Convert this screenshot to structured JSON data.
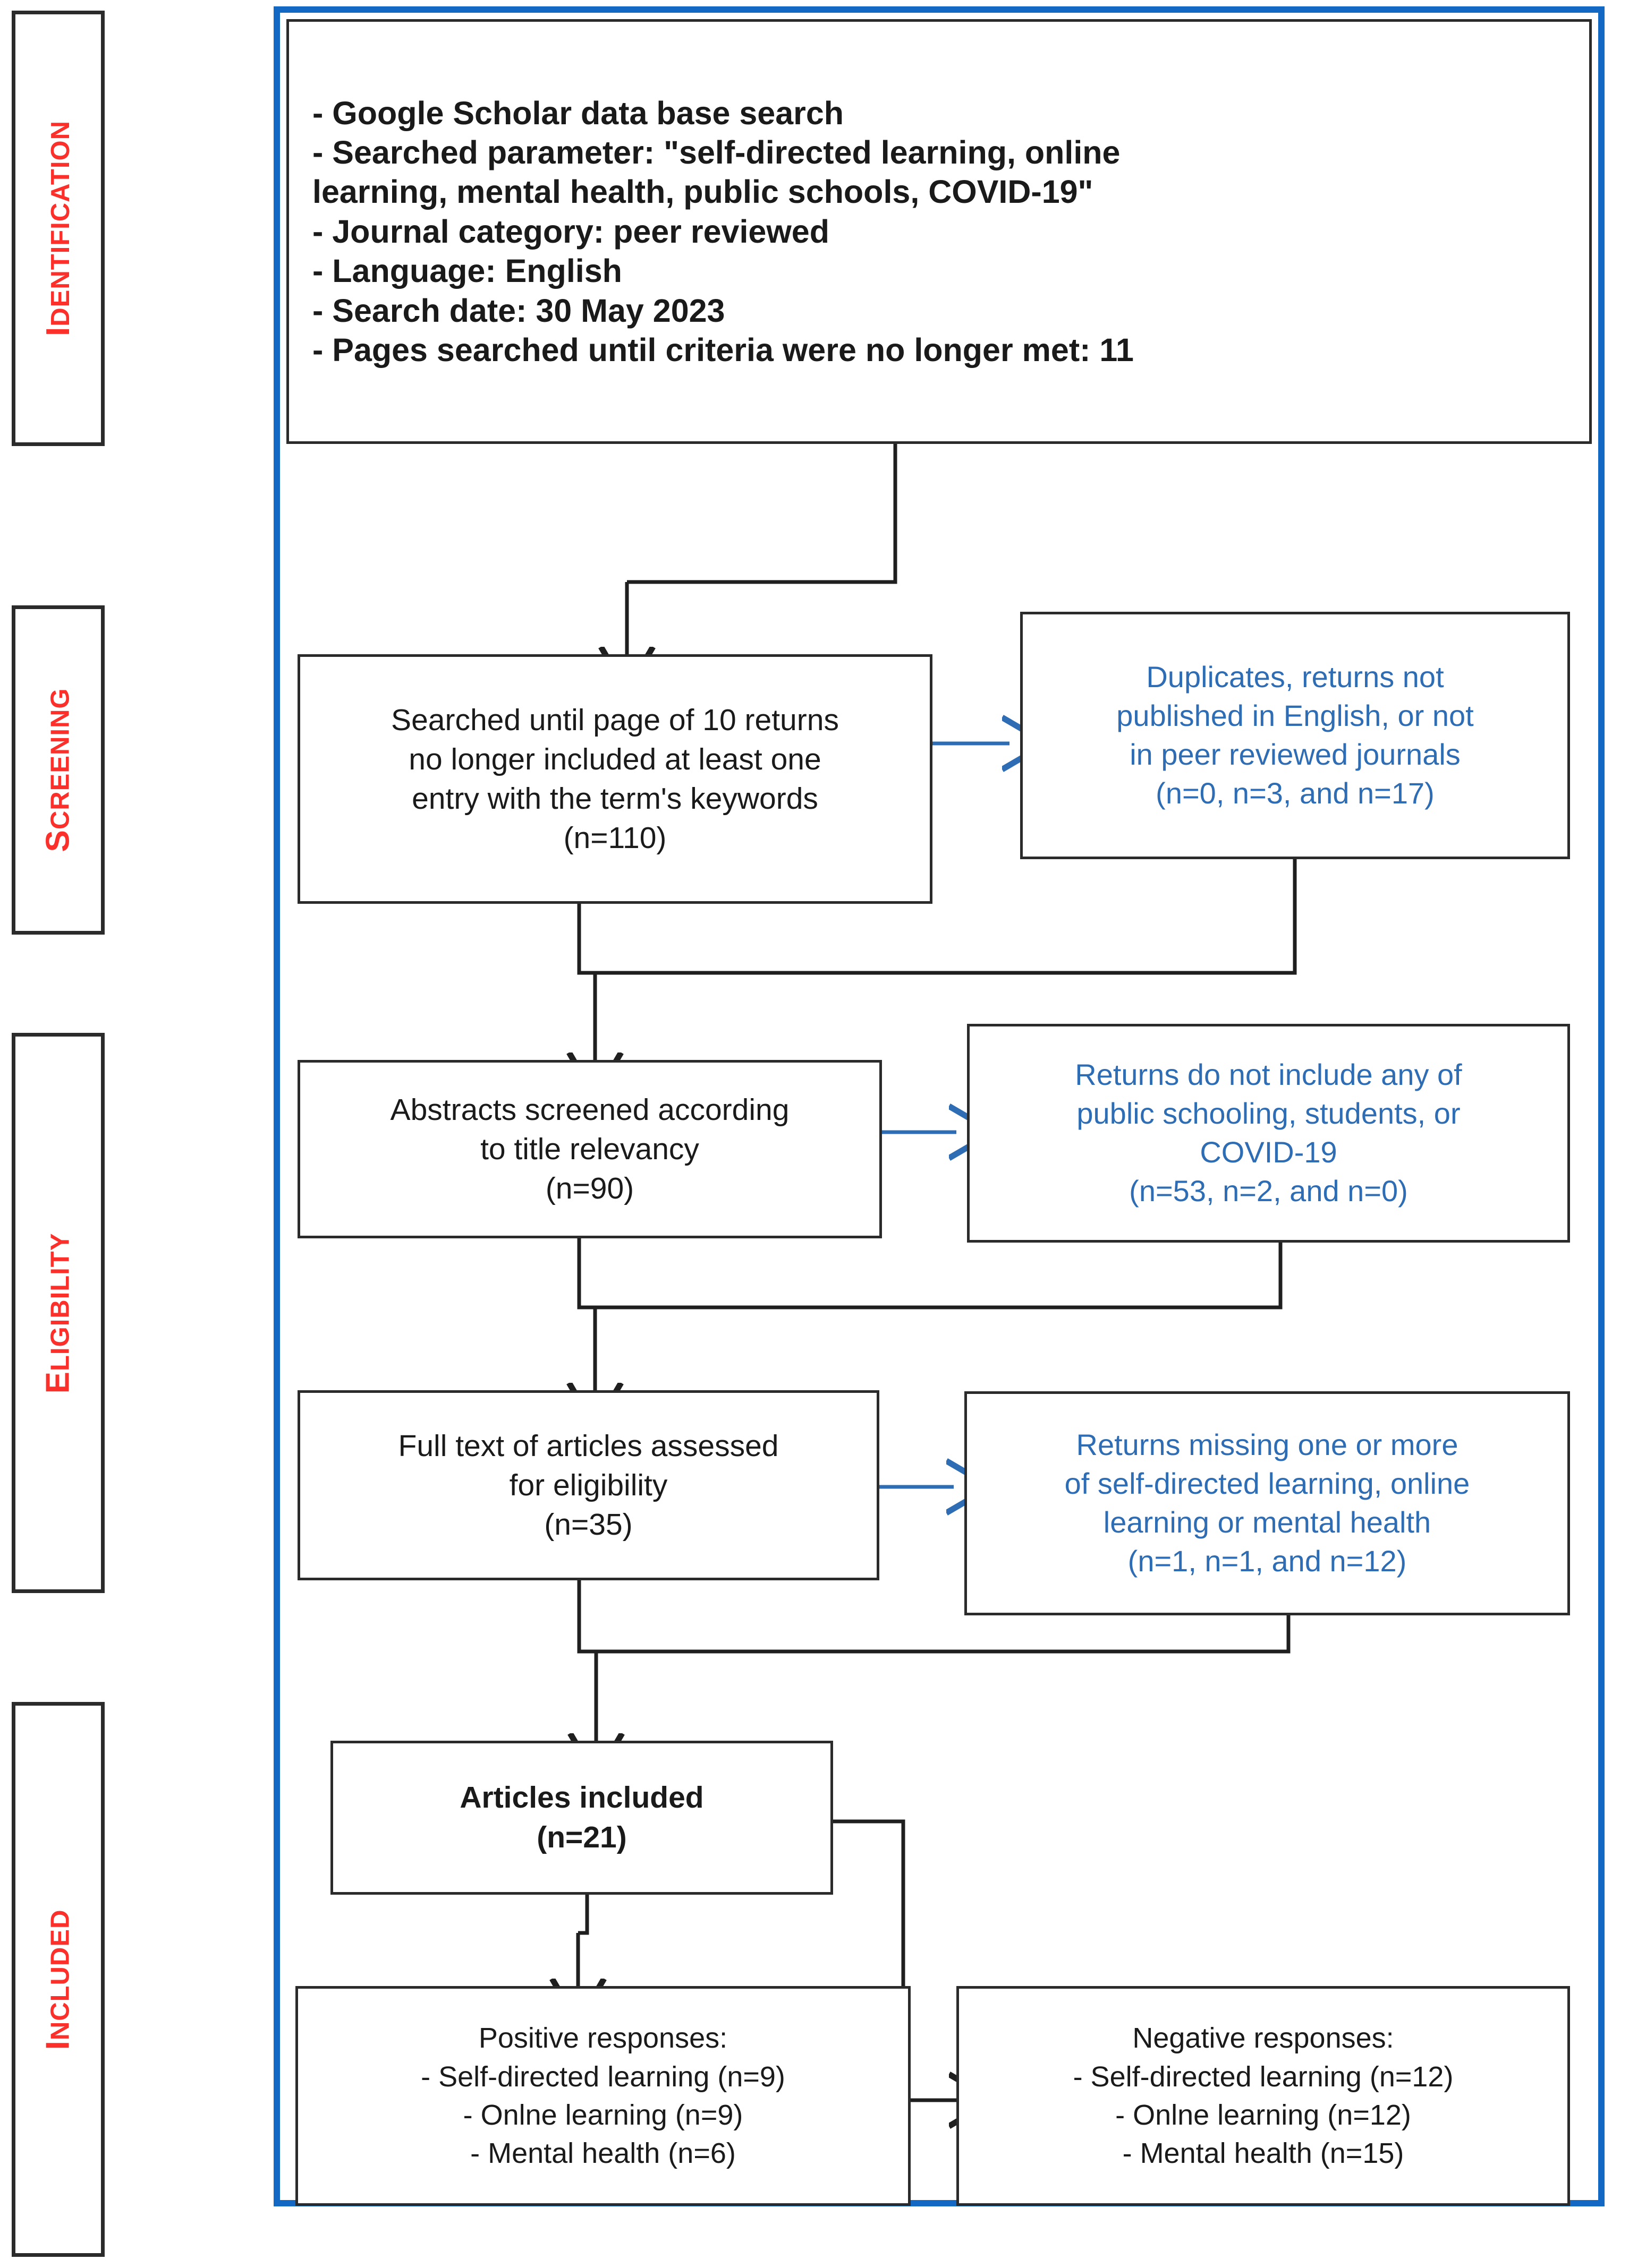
{
  "colors": {
    "stage_label_red": "#FB302B",
    "frame_blue": "#1268C3",
    "exclusion_text_blue": "#2E6DB4",
    "box_border": "#2B2B2B"
  },
  "stages": [
    {
      "id": "identification",
      "first_letter": "I",
      "rest": "DENTIFICATION"
    },
    {
      "id": "screening",
      "first_letter": "S",
      "rest": "CREENING"
    },
    {
      "id": "eligibility",
      "first_letter": "E",
      "rest": "LIGIBILITY"
    },
    {
      "id": "included",
      "first_letter": "I",
      "rest": "NCLUDED"
    }
  ],
  "identification": {
    "bullets": [
      "- Google Scholar data base search",
      "- Searched parameter: \"self-directed learning, online",
      "learning, mental health, public schools, COVID-19\"",
      "- Journal category: peer reviewed",
      "- Language: English",
      "- Search date: 30 May 2023",
      "- Pages searched until criteria were no longer met: 11"
    ]
  },
  "flow": {
    "screening_records": {
      "lines": [
        "Searched until page of 10 returns",
        "no longer included at least one",
        "entry with the term's keywords",
        "(n=110)"
      ]
    },
    "screening_excluded": {
      "lines": [
        "Duplicates, returns not",
        "published in English, or not",
        "in peer reviewed journals",
        "(n=0, n=3, and n=17)"
      ]
    },
    "abstracts_screened": {
      "lines": [
        "Abstracts screened according",
        "to title relevancy",
        "(n=90)"
      ]
    },
    "abstracts_excluded": {
      "lines": [
        "Returns do not include any of",
        "public schooling, students, or",
        "COVID-19",
        "(n=53, n=2, and n=0)"
      ]
    },
    "fulltext_assessed": {
      "lines": [
        "Full text of articles assessed",
        "for eligibility",
        "(n=35)"
      ]
    },
    "fulltext_excluded": {
      "lines": [
        "Returns missing one or more",
        "of self-directed learning, online",
        "learning or mental health",
        "(n=1, n=1, and n=12)"
      ]
    },
    "articles_included": {
      "lines": [
        "Articles included",
        "(n=21)"
      ]
    },
    "positive_responses": {
      "lines": [
        "Positive responses:",
        "- Self-directed learning (n=9)",
        "- Onlne learning (n=9)",
        "- Mental health (n=6)"
      ]
    },
    "negative_responses": {
      "lines": [
        "Negative responses:",
        "- Self-directed learning (n=12)",
        "- Onlne learning (n=12)",
        "- Mental health (n=15)"
      ]
    }
  },
  "chart_data": {
    "type": "diagram",
    "diagram_kind": "PRISMA flow diagram",
    "nodes": [
      {
        "stage": "Identification",
        "label": "Google Scholar database search criteria",
        "n": null
      },
      {
        "stage": "Screening",
        "label": "Records retrieved",
        "n": 110
      },
      {
        "stage": "Screening",
        "label": "Excluded: duplicates / not English / not peer reviewed",
        "n": [
          0,
          3,
          17
        ]
      },
      {
        "stage": "Eligibility",
        "label": "Abstracts screened by title relevancy",
        "n": 90
      },
      {
        "stage": "Eligibility",
        "label": "Excluded: no public schooling / students / COVID-19",
        "n": [
          53,
          2,
          0
        ]
      },
      {
        "stage": "Eligibility",
        "label": "Full text assessed for eligibility",
        "n": 35
      },
      {
        "stage": "Eligibility",
        "label": "Excluded: missing self-directed / online learning / mental health",
        "n": [
          1,
          1,
          12
        ]
      },
      {
        "stage": "Included",
        "label": "Articles included",
        "n": 21
      },
      {
        "stage": "Included",
        "label": "Positive responses",
        "n": {
          "self_directed_learning": 9,
          "online_learning": 9,
          "mental_health": 6
        }
      },
      {
        "stage": "Included",
        "label": "Negative responses",
        "n": {
          "self_directed_learning": 12,
          "online_learning": 12,
          "mental_health": 15
        }
      }
    ]
  }
}
